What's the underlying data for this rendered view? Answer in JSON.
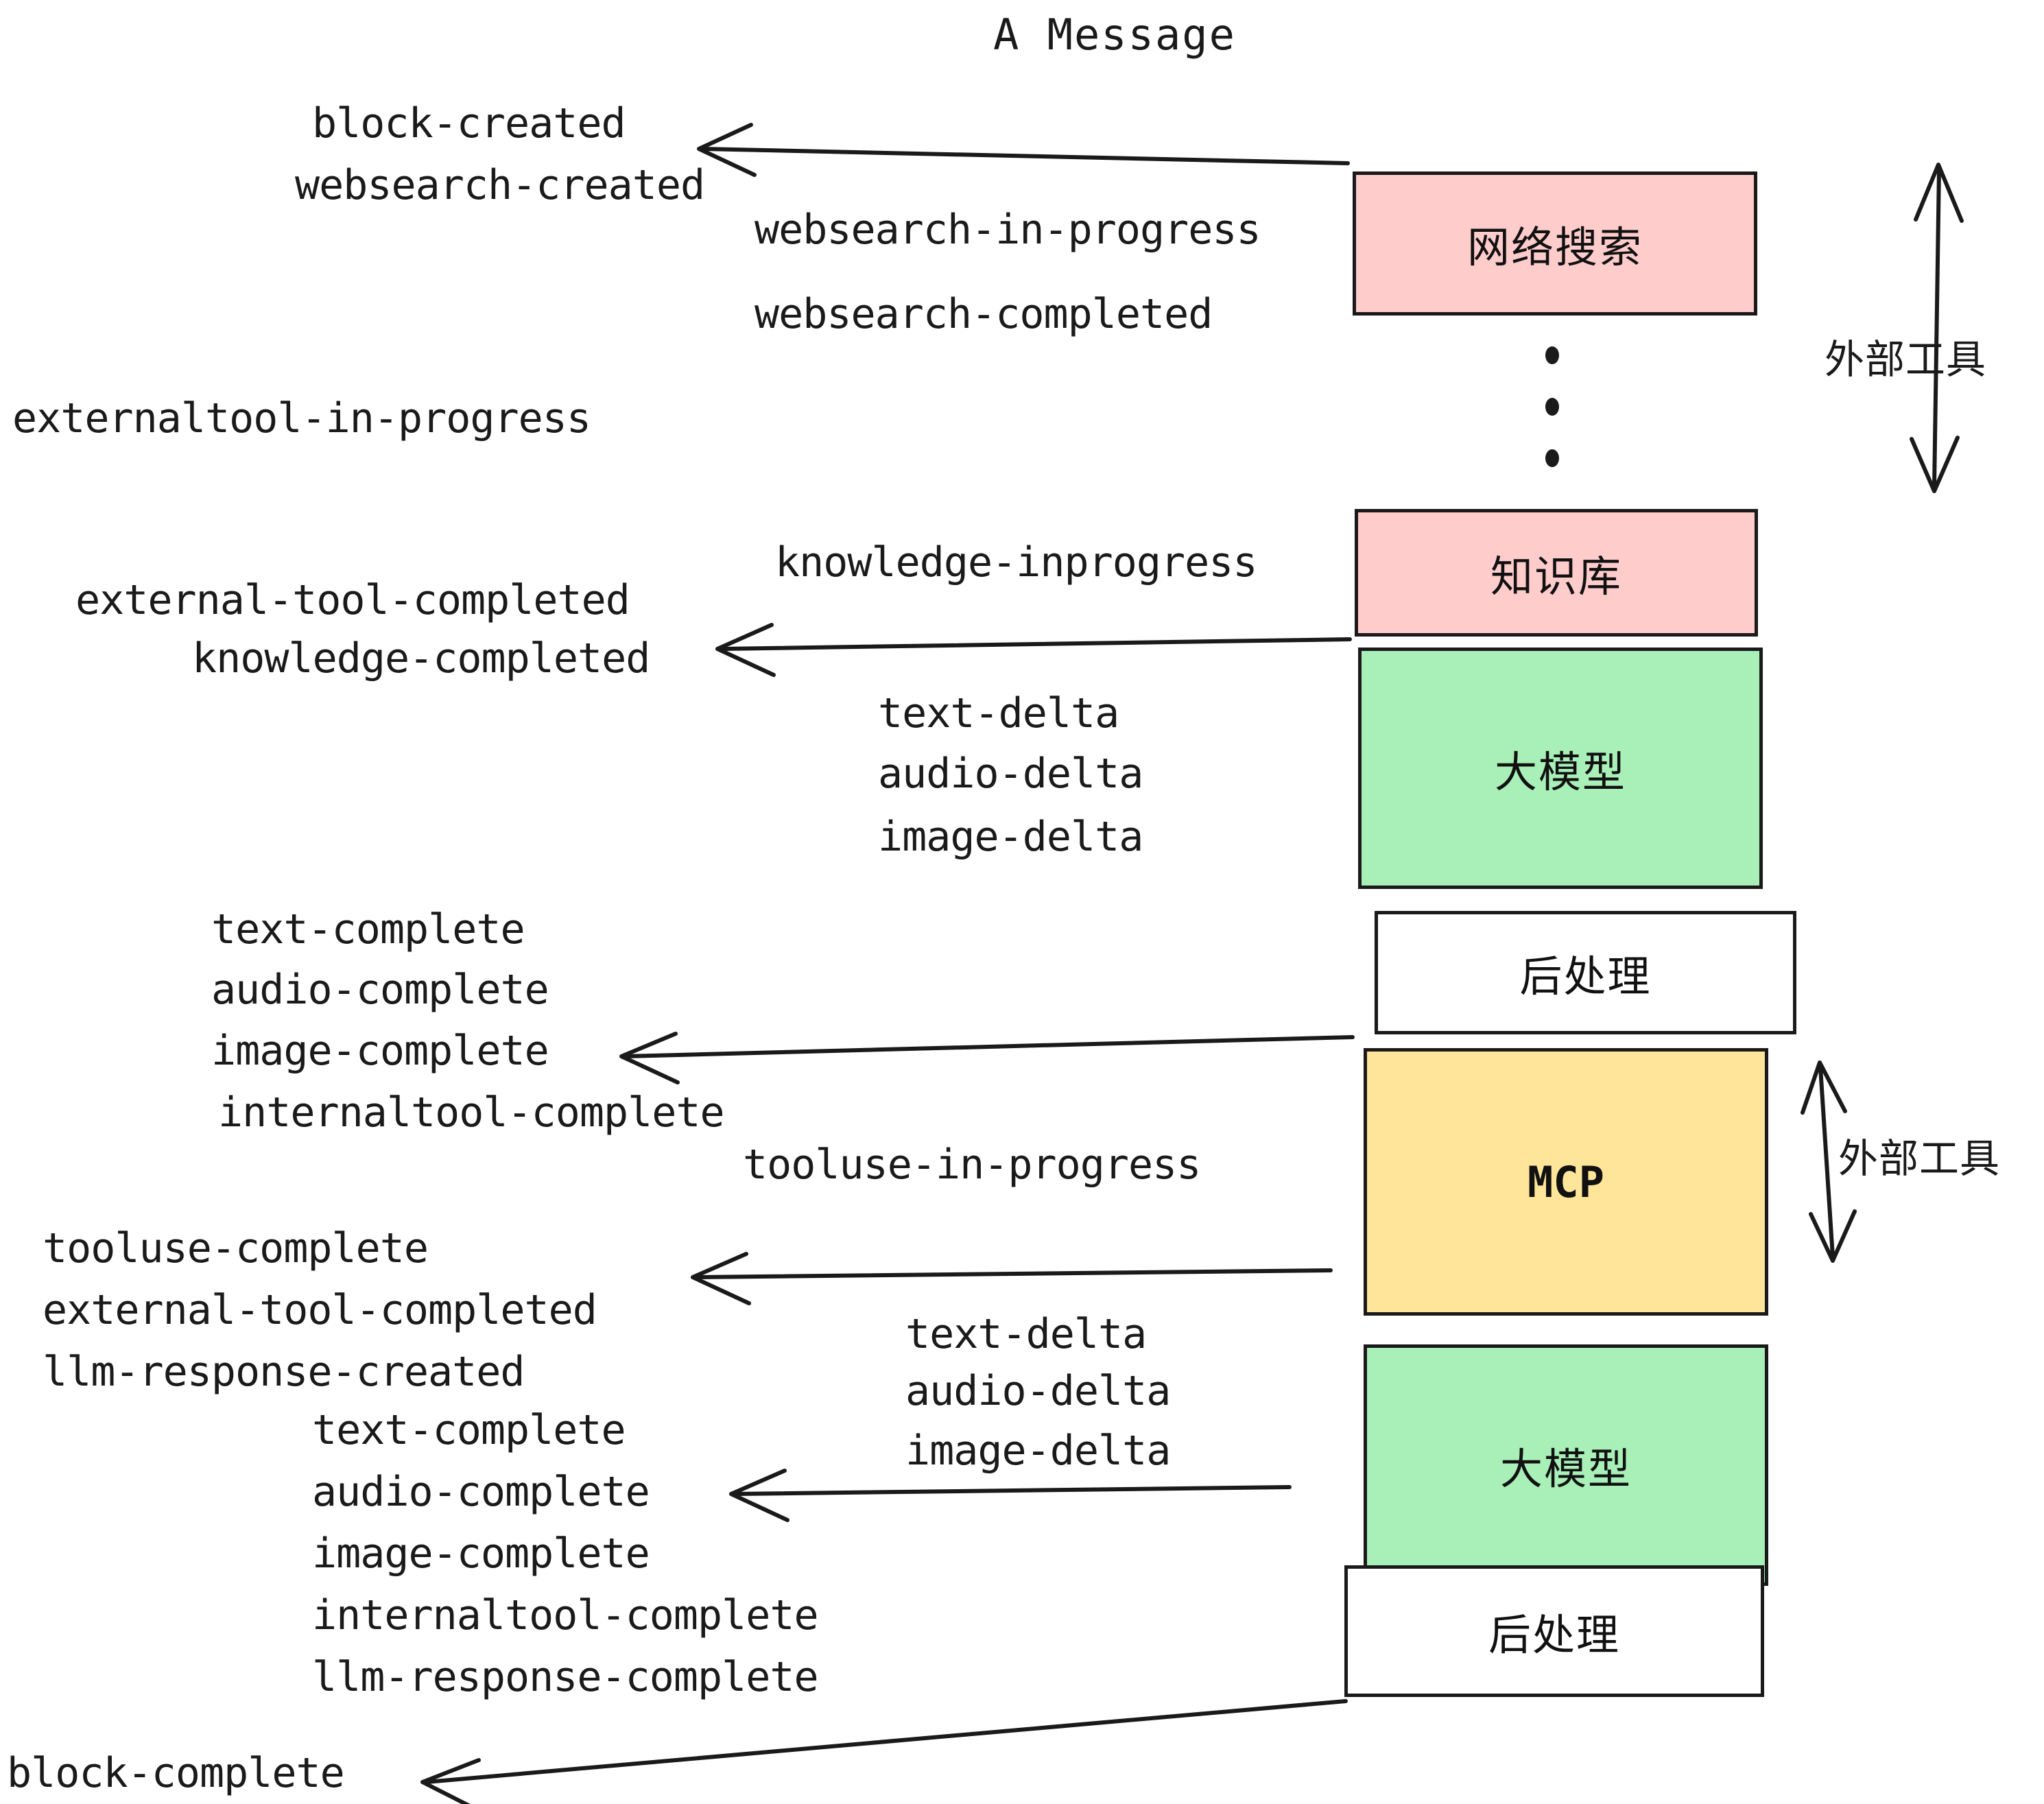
{
  "title": "A Message",
  "boxes": [
    {
      "id": "websearch",
      "label": "网络搜索",
      "color": "#ffcccc"
    },
    {
      "id": "knowledge",
      "label": "知识库",
      "color": "#ffcccc"
    },
    {
      "id": "llm-top",
      "label": "大模型",
      "color": "#a8efb8"
    },
    {
      "id": "post-top",
      "label": "后处理",
      "color": "#ffffff"
    },
    {
      "id": "mcp",
      "label": "MCP",
      "color": "#ffe599"
    },
    {
      "id": "llm-bottom",
      "label": "大模型",
      "color": "#a8efb8"
    },
    {
      "id": "post-bottom",
      "label": "后处理",
      "color": "#ffffff"
    }
  ],
  "side_labels": [
    {
      "id": "external-tools-top",
      "text": "外部工具"
    },
    {
      "id": "external-tools-bottom",
      "text": "外部工具"
    }
  ],
  "events": [
    {
      "id": "e01",
      "text": "block-created"
    },
    {
      "id": "e02",
      "text": "websearch-created"
    },
    {
      "id": "e03",
      "text": "websearch-in-progress"
    },
    {
      "id": "e04",
      "text": "websearch-completed"
    },
    {
      "id": "e05",
      "text": "externaltool-in-progress"
    },
    {
      "id": "e06",
      "text": "knowledge-inprogress"
    },
    {
      "id": "e07",
      "text": "external-tool-completed"
    },
    {
      "id": "e08",
      "text": "knowledge-completed"
    },
    {
      "id": "e09",
      "text": "text-delta"
    },
    {
      "id": "e10",
      "text": "audio-delta"
    },
    {
      "id": "e11",
      "text": "image-delta"
    },
    {
      "id": "e12",
      "text": "text-complete"
    },
    {
      "id": "e13",
      "text": "audio-complete"
    },
    {
      "id": "e14",
      "text": "image-complete"
    },
    {
      "id": "e15",
      "text": "internaltool-complete"
    },
    {
      "id": "e16",
      "text": "tooluse-in-progress"
    },
    {
      "id": "e17",
      "text": "tooluse-complete"
    },
    {
      "id": "e18",
      "text": "external-tool-completed"
    },
    {
      "id": "e19",
      "text": "llm-response-created"
    },
    {
      "id": "e20",
      "text": "text-delta"
    },
    {
      "id": "e21",
      "text": "audio-delta"
    },
    {
      "id": "e22",
      "text": "image-delta"
    },
    {
      "id": "e23",
      "text": "text-complete"
    },
    {
      "id": "e24",
      "text": "audio-complete"
    },
    {
      "id": "e25",
      "text": "image-complete"
    },
    {
      "id": "e26",
      "text": "internaltool-complete"
    },
    {
      "id": "e27",
      "text": "llm-response-complete"
    },
    {
      "id": "e28",
      "text": "block-complete"
    }
  ],
  "colors": {
    "stroke": "#1a1a1a",
    "pink": "#ffcccc",
    "green": "#a8efb8",
    "yellow": "#ffe599",
    "white": "#ffffff",
    "background": "#ffffff"
  }
}
